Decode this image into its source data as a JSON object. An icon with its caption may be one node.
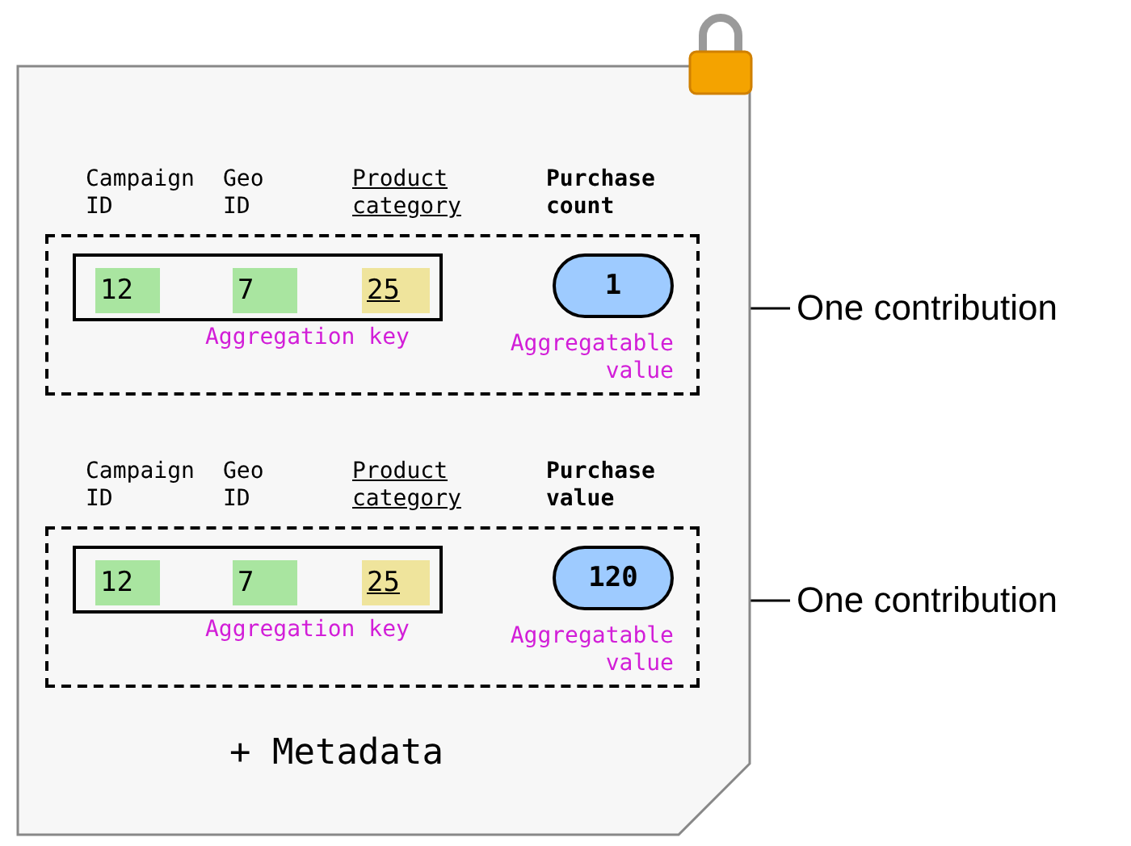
{
  "diagram": {
    "nodes": [
      {
        "text": [
          "+ Metadata"
        ]
      },
      {
        "text": [],
        "shape": "box",
        "in": 0
      },
      {
        "text": [
          "Aggregation key"
        ],
        "in": 1
      },
      {
        "text": [
          "12"
        ],
        "in": 2
      },
      {
        "text": [
          "7"
        ],
        "in": 2
      },
      {
        "text": [
          "25"
        ],
        "in": 2
      },
      {
        "text": [
          "1"
        ],
        "in": 1,
        "beside": [
          "Aggregatable value"
        ]
      },
      {
        "text": [
          "One contribution"
        ]
      },
      {
        "text": [],
        "shape": "box",
        "in": 0
      },
      {
        "text": [
          "Aggregation key"
        ],
        "in": 8
      },
      {
        "text": [
          "12"
        ],
        "in": 9
      },
      {
        "text": [
          "7"
        ],
        "in": 9
      },
      {
        "text": [
          "25"
        ],
        "in": 9
      },
      {
        "text": [
          "120"
        ],
        "in": 8,
        "beside": [
          "Aggregatable value"
        ]
      },
      {
        "text": [
          "One contribution"
        ]
      }
    ],
    "edges": [
      {
        "from": 7,
        "to": 1,
        "arrow": "none"
      },
      {
        "from": 14,
        "to": 8,
        "arrow": "none"
      }
    ],
    "labels": [
      "Campaign ID",
      "Geo ID",
      "Product category",
      "Purchase count",
      "Campaign ID",
      "Geo ID",
      "Product category",
      "Purchase value"
    ]
  }
}
